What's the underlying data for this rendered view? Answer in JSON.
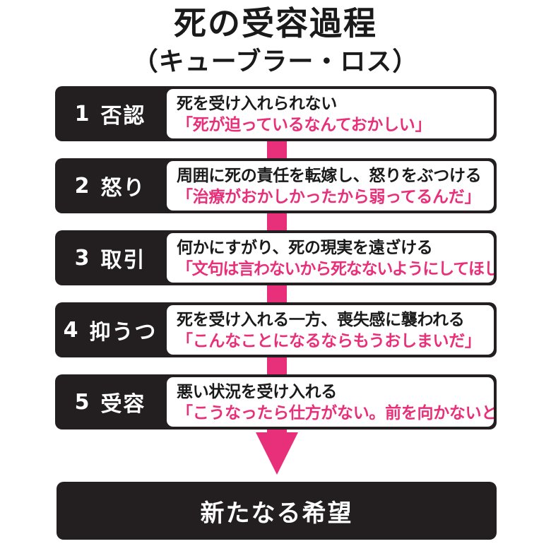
{
  "title": "死の受容過程",
  "subtitle": "（キューブラー・ロス）",
  "colors": {
    "accent": "#e8307a",
    "dark": "#231f20",
    "background": "#ffffff"
  },
  "stages": [
    {
      "num": "1",
      "name": "否認",
      "description": "死を受け入れられない",
      "quote": "「死が迫っているなんておかしい」"
    },
    {
      "num": "2",
      "name": "怒り",
      "description": "周囲に死の責任を転嫁し、怒りをぶつける",
      "quote": "「治療がおかしかったから弱ってるんだ」"
    },
    {
      "num": "3",
      "name": "取引",
      "description": "何かにすがり、死の現実を遠ざける",
      "quote": "「文句は言わないから死なないようにしてほしい」"
    },
    {
      "num": "4",
      "name": "抑うつ",
      "description": "死を受け入れる一方、喪失感に襲われる",
      "quote": "「こんなことになるならもうおしまいだ」"
    },
    {
      "num": "5",
      "name": "受容",
      "description": "悪い状況を受け入れる",
      "quote": "「こうなったら仕方がない。前を向かないと」"
    }
  ],
  "final": "新たなる希望"
}
